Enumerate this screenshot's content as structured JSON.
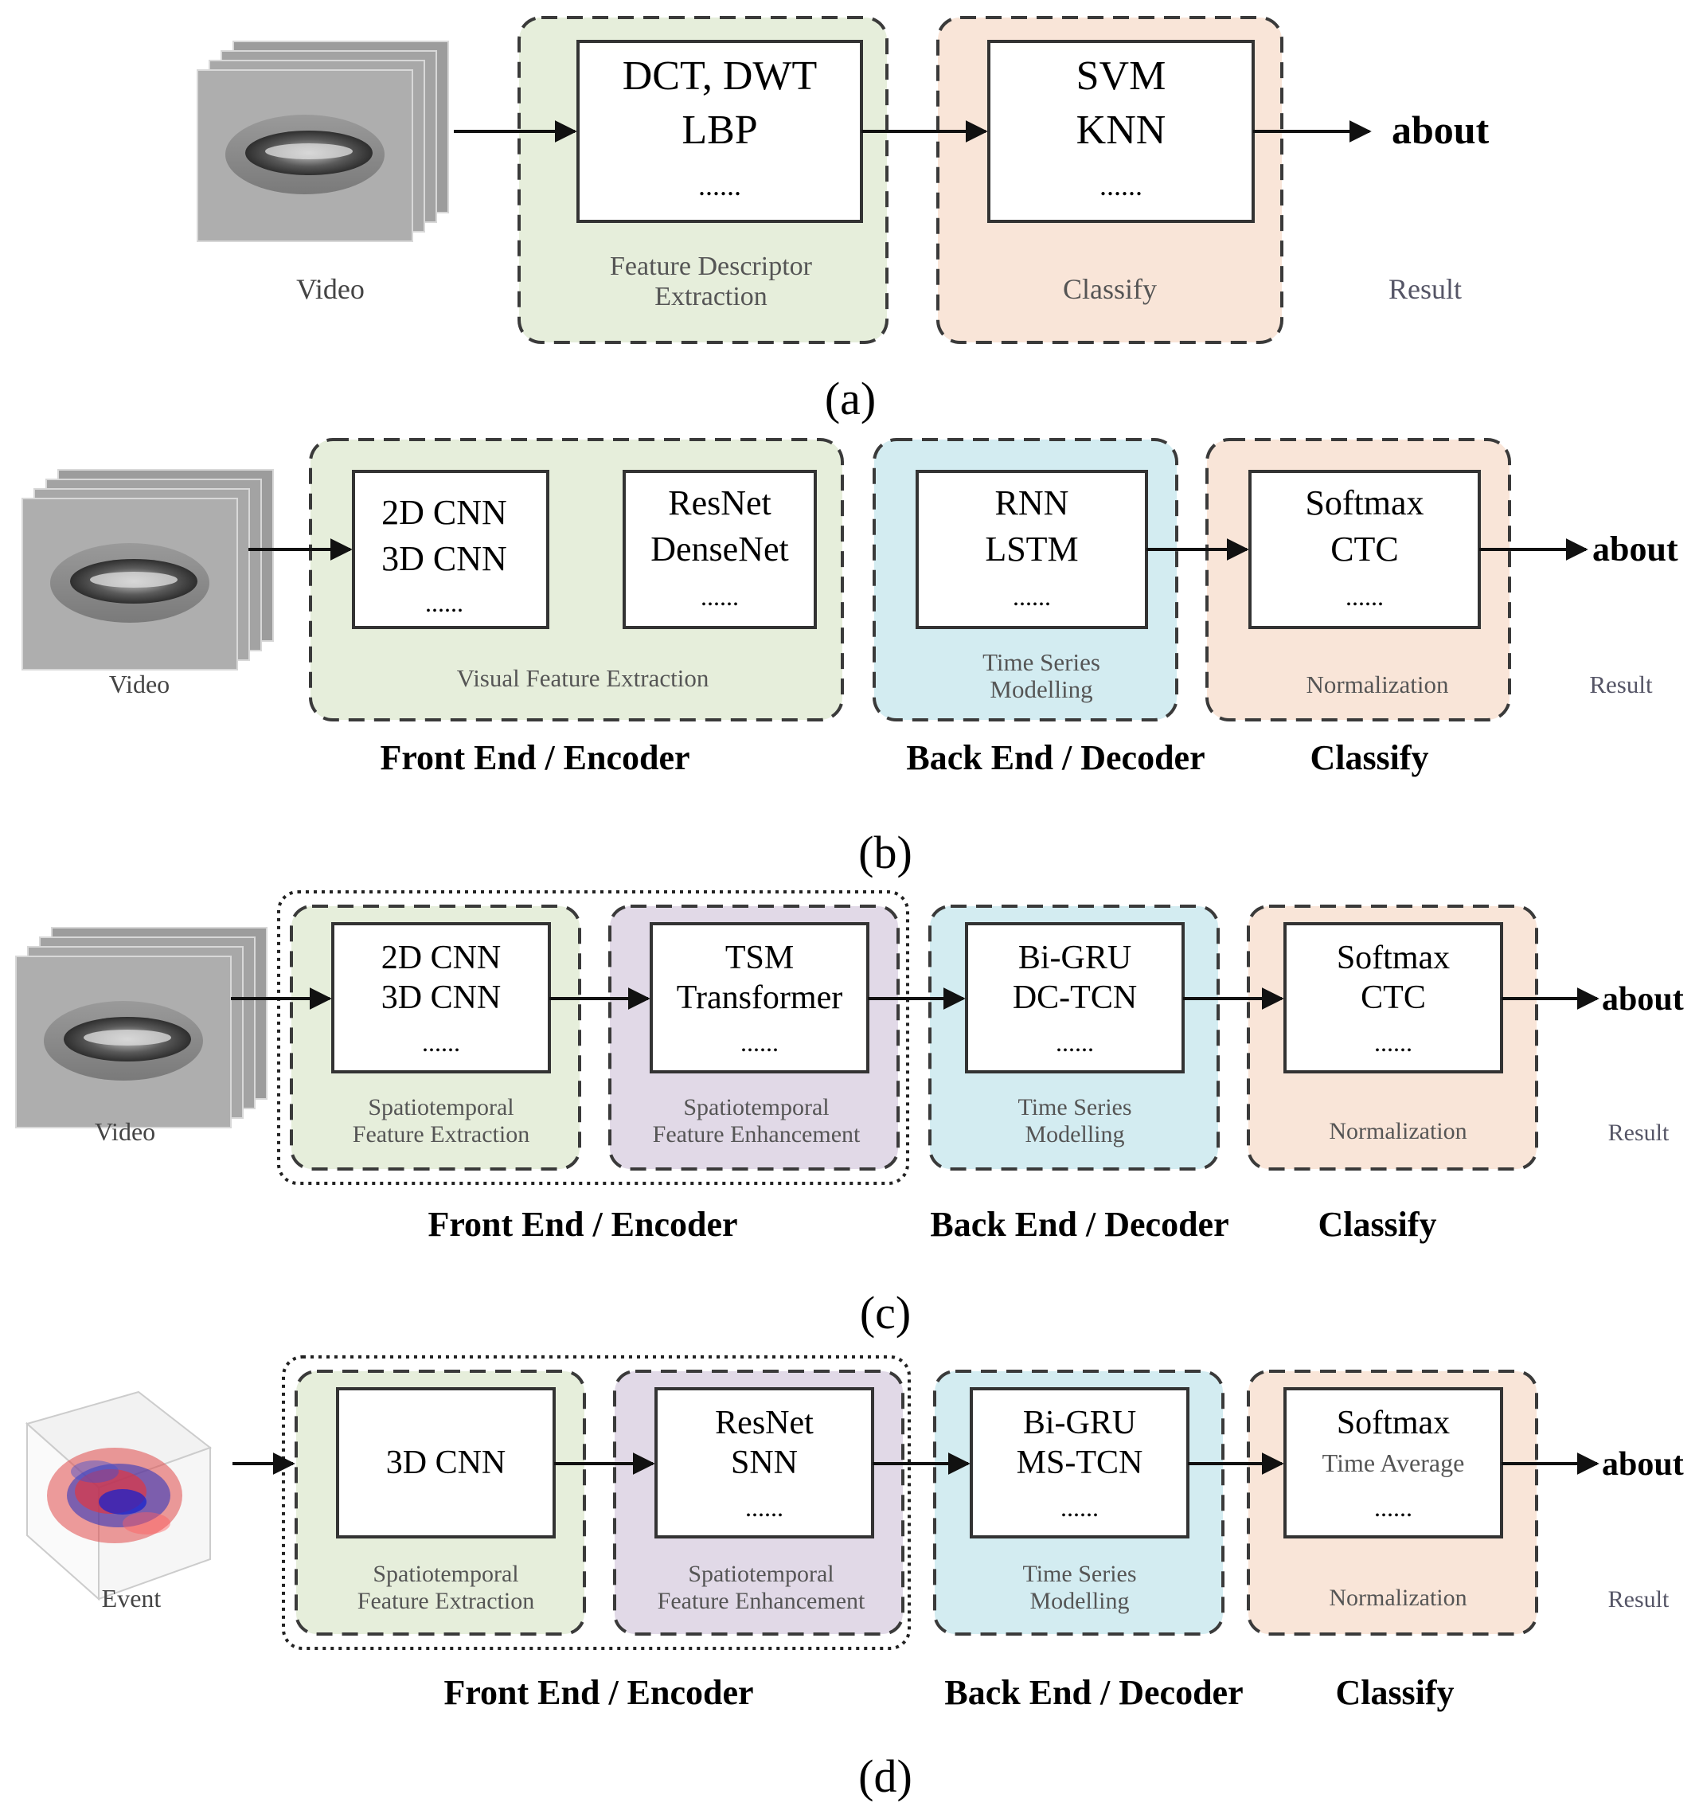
{
  "colors": {
    "feature": "#e6eedb",
    "classify": "#f9e5d8",
    "backend": "#d3ecf1",
    "enhance": "#e1d9e7",
    "dash_border": "#3a3a3a",
    "text_sub": "#555555"
  },
  "panel_a": {
    "caption": "(a)",
    "input_label": "Video",
    "feature_box_lines": [
      "DCT, DWT",
      "LBP"
    ],
    "feature_box_dots": "......",
    "feature_group_label": [
      "Feature Descriptor",
      "Extraction"
    ],
    "classify_box_lines": [
      "SVM",
      "KNN"
    ],
    "classify_box_dots": "......",
    "classify_group_label": "Classify",
    "output_text": "about",
    "output_label": "Result"
  },
  "panel_b": {
    "caption": "(b)",
    "input_label": "Video",
    "box1_lines": [
      "2D CNN",
      "3D CNN"
    ],
    "box1_dots": "......",
    "box2_lines": [
      "ResNet",
      "DenseNet"
    ],
    "box2_dots": "......",
    "group1_label": "Visual Feature Extraction",
    "box3_lines": [
      "RNN",
      "LSTM"
    ],
    "box3_dots": "......",
    "group2_label": [
      "Time Series",
      "Modelling"
    ],
    "box4_lines": [
      "Softmax",
      "CTC"
    ],
    "box4_dots": "......",
    "group3_label": "Normalization",
    "output_text": "about",
    "output_label": "Result",
    "stage_labels": [
      "Front End / Encoder",
      "Back End / Decoder",
      "Classify"
    ]
  },
  "panel_c": {
    "caption": "(c)",
    "input_label": "Video",
    "box1_lines": [
      "2D CNN",
      "3D CNN"
    ],
    "box1_dots": "......",
    "group1_label": [
      "Spatiotemporal",
      "Feature Extraction"
    ],
    "box2_lines": [
      "TSM",
      "Transformer"
    ],
    "box2_dots": "......",
    "group2_label": [
      "Spatiotemporal",
      "Feature Enhancement"
    ],
    "box3_lines": [
      "Bi-GRU",
      "DC-TCN"
    ],
    "box3_dots": "......",
    "group3_label": [
      "Time Series",
      "Modelling"
    ],
    "box4_lines": [
      "Softmax",
      "CTC"
    ],
    "box4_dots": "......",
    "group4_label": "Normalization",
    "output_text": "about",
    "output_label": "Result",
    "stage_labels": [
      "Front End / Encoder",
      "Back End / Decoder",
      "Classify"
    ]
  },
  "panel_d": {
    "caption": "(d)",
    "input_label": "Event",
    "box1_lines": [
      "3D CNN"
    ],
    "group1_label": [
      "Spatiotemporal",
      "Feature Extraction"
    ],
    "box2_lines": [
      "ResNet",
      "SNN"
    ],
    "box2_dots": "......",
    "group2_label": [
      "Spatiotemporal",
      "Feature Enhancement"
    ],
    "box3_lines": [
      "Bi-GRU",
      "MS-TCN"
    ],
    "box3_dots": "......",
    "group3_label": [
      "Time Series",
      "Modelling"
    ],
    "box4_lines": [
      "Softmax",
      "Time Average"
    ],
    "box4_dots": "......",
    "group4_label": "Normalization",
    "output_text": "about",
    "output_label": "Result",
    "stage_labels": [
      "Front End / Encoder",
      "Back End / Decoder",
      "Classify"
    ]
  }
}
